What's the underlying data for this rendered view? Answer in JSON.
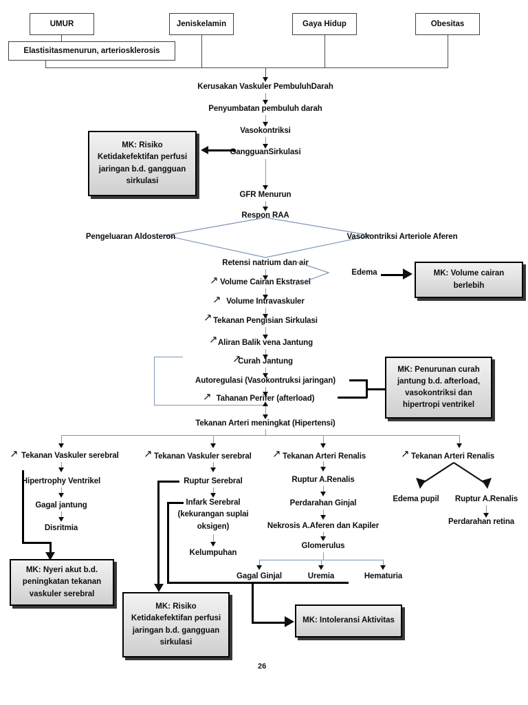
{
  "page": {
    "number": "26",
    "colors": {
      "line_blue": "#7d94b5",
      "line_grey": "#4a4a4a",
      "line_black": "#000000",
      "mk_fill": "#e3e3e3",
      "text": "#0d0d0d"
    }
  },
  "risk_factors": [
    {
      "label": "UMUR"
    },
    {
      "label": "Jeniskelamin"
    },
    {
      "label": "Gaya Hidup"
    },
    {
      "label": "Obesitas"
    }
  ],
  "secondary_box": {
    "label": "Elastisitasmenurun, arteriosklerosis"
  },
  "main_chain": [
    {
      "label": "Kerusakan Vaskuler PembuluhDarah"
    },
    {
      "label": "Penyumbatan pembuluh darah"
    },
    {
      "label": "Vasokontriksi"
    },
    {
      "label": "GangguanSirkulasi"
    },
    {
      "label": "GFR Menurun"
    },
    {
      "label": "Respon RAA"
    }
  ],
  "raa_branches": {
    "left": "Pengeluaran Aldosteron",
    "right": "Vasokontriksi Arteriole Aferen"
  },
  "volume_chain": [
    {
      "label": "Retensi natrium dan air",
      "increase": false
    },
    {
      "label": "Volume Cairan Ekstrasel",
      "increase": true
    },
    {
      "label": "Volume Intravaskuler",
      "increase": true
    },
    {
      "label": "Tekanan Pengisian Sirkulasi",
      "increase": true
    },
    {
      "label": "Aliran Balik vena Jantung",
      "increase": true
    },
    {
      "label": "Curah Jantung",
      "increase": true
    },
    {
      "label": "Autoregulasi (Vasokontruksi jaringan)",
      "increase": false
    },
    {
      "label": "Tahanan Perifer (afterload)",
      "increase": true
    },
    {
      "label": "Tekanan Arteri meningkat (Hipertensi)",
      "increase": false
    }
  ],
  "edema_label": "Edema",
  "mk_boxes": {
    "perfusi_top": "MK: Risiko Ketidakefektifan perfusi jaringan b.d. gangguan sirkulasi",
    "volume_cairan": "MK: Volume cairan berlebih",
    "curah_jantung": "MK: Penurunan curah jantung b.d. afterload, vasokontriksi dan hipertropi ventrikel",
    "nyeri_akut": "MK: Nyeri akut b.d. peningkatan tekanan vaskuler serebral",
    "perfusi_bottom": "MK: Risiko Ketidakefektifan perfusi jaringan b.d. gangguan sirkulasi",
    "intoleransi": "MK: Intoleransi Aktivitas"
  },
  "branches": [
    {
      "head": "Tekanan Vaskuler serebral",
      "increase": true,
      "chain": [
        "Hipertrophy Ventrikel",
        "Gagal jantung",
        "Disritmia"
      ]
    },
    {
      "head": "Tekanan Vaskuler serebral",
      "increase": true,
      "chain": [
        "Ruptur Serebral",
        "Infark Serebral",
        "(kekurangan suplai",
        "oksigen)",
        "Kelumpuhan"
      ]
    },
    {
      "head": "Tekanan Arteri Renalis",
      "increase": true,
      "chain": [
        "Ruptur A.Renalis",
        "Perdarahan Ginjal",
        "Nekrosis A.Aferen dan Kapiler",
        "Glomerulus"
      ],
      "outcomes": [
        "Gagal Ginjal",
        "Uremia",
        "Hematuria"
      ]
    },
    {
      "head": "Tekanan Arteri Renalis",
      "increase": true,
      "fork": [
        "Edema pupil",
        "Ruptur A.Renalis"
      ],
      "tail": "Perdarahan retina"
    }
  ]
}
